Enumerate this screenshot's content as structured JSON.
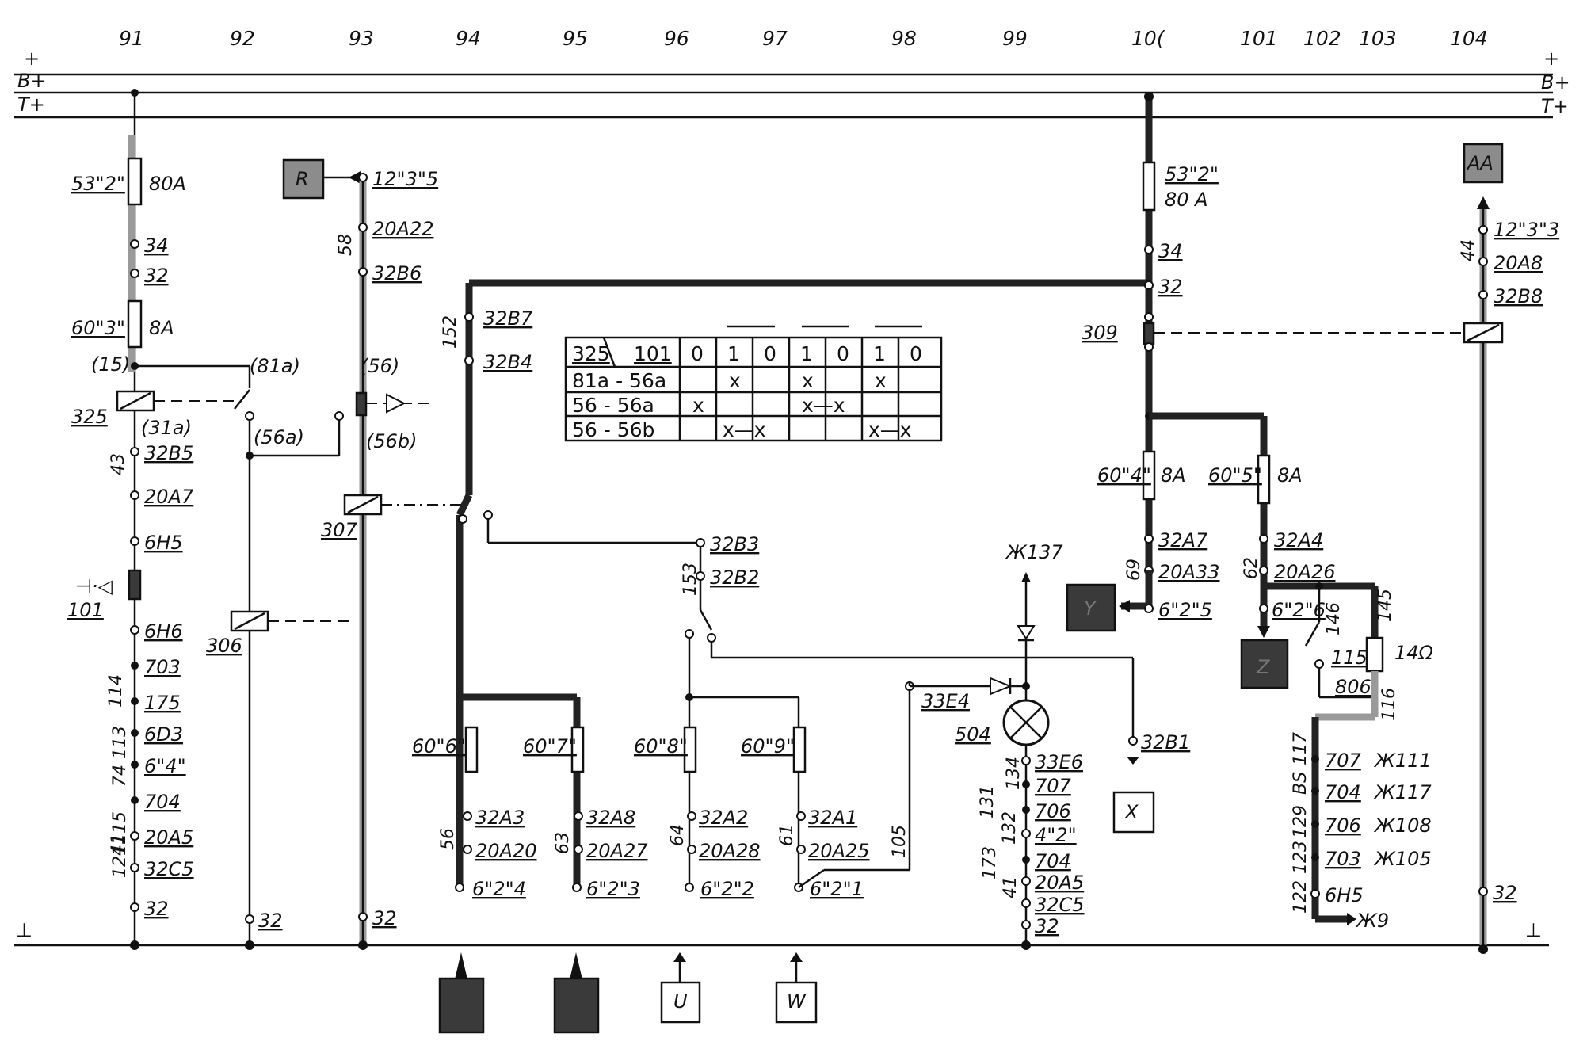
{
  "columns": [
    "91",
    "92",
    "93",
    "94",
    "95",
    "96",
    "97",
    "98",
    "99",
    "10(",
    "101",
    "102",
    "103",
    "104"
  ],
  "rails": {
    "b_plus": "B+",
    "t_plus": "T+",
    "plus": "+",
    "ground": "⊥"
  },
  "col91": {
    "fuse1_id": "53\"2\"",
    "fuse1_rating": "80A",
    "conn_a": "34",
    "conn_b": "32",
    "fuse2_id": "60\"3\"",
    "fuse2_rating": "8A",
    "node_15": "(15)",
    "relay": "325",
    "node_31a": "(31a)",
    "c1": "32B5",
    "wire43": "43",
    "c2": "20A7",
    "c3": "6H5",
    "switch_id": "101",
    "c4": "6H6",
    "w114": "114",
    "c5": "703",
    "w74113": "74 113",
    "c6": "175",
    "c7": "6D3",
    "w121115": "121115",
    "c8": "6\"4\"",
    "c9": "704",
    "w41": "41",
    "c10": "20A5",
    "c11": "32C5",
    "c12": "32"
  },
  "col92": {
    "node_81a": "(81a)",
    "node_56a": "(56a)",
    "relay": "306",
    "c_bottom": "32"
  },
  "col93": {
    "box_r": "R",
    "c1": "12\"3\"5",
    "w58": "58",
    "c2": "20A22",
    "c3": "32B6",
    "node_56": "(56)",
    "node_56b": "(56b)",
    "relay": "307",
    "c_bottom": "32"
  },
  "col94": {
    "w152": "152",
    "c1": "32B7",
    "c2": "32B4",
    "fuse": "60\"6\"",
    "w56": "56",
    "c3": "32A3",
    "c4": "20A20",
    "c5": "6\"2\"4"
  },
  "col95": {
    "fuse": "60\"7\"",
    "w63": "63",
    "c1": "32A8",
    "c2": "20A27",
    "c3": "6\"2\"3"
  },
  "col96": {
    "c1": "32B3",
    "w153": "153",
    "c2": "32B2",
    "fuse": "60\"8\"",
    "w64": "64",
    "c3": "32A2",
    "c4": "20A28",
    "c5": "6\"2\"2",
    "box_u": "U"
  },
  "col97": {
    "fuse": "60\"9\"",
    "w61": "61",
    "c1": "32A1",
    "c2": "20A25",
    "c3": "6\"2\"1",
    "w105": "105",
    "box_w": "W"
  },
  "col99": {
    "ref137": "Ж137",
    "c_33e4": "33E4",
    "lamp": "504",
    "c1": "33E6",
    "w134": "134",
    "c2": "707",
    "w131": "131",
    "c3": "706",
    "w132": "132",
    "c4": "4\"2\"",
    "w173": "173",
    "c5": "704",
    "w41": "41",
    "c6": "20A5",
    "c7": "32C5",
    "c8": "32",
    "c_32b1": "32B1",
    "box_x": "X"
  },
  "col100": {
    "fuse1_id": "53\"2\"",
    "fuse1_rating": "80 A",
    "c1": "34",
    "c2": "32",
    "relay": "309",
    "fuse2_id": "60\"4\"",
    "fuse2_rating": "8A",
    "c3": "32A7",
    "w69": "69",
    "c4": "20A33",
    "c5": "6\"2\"5",
    "box_y": "Y"
  },
  "col101": {
    "fuse_id": "60\"5\"",
    "fuse_rating": "8A",
    "c1": "32A4",
    "w62": "62",
    "c2": "20A26",
    "c3": "6\"2\"6",
    "box_z": "Z",
    "w146": "146",
    "w145": "145",
    "c_115": "115",
    "resistor": "14Ω",
    "c_806": "806",
    "w116": "116",
    "w117": "117",
    "w185": "BS",
    "w129": "129",
    "w123": "123",
    "w122": "122",
    "c4": "707",
    "r4": "Ж111",
    "c5": "704",
    "r5": "Ж117",
    "c6": "706",
    "r6": "Ж108",
    "c7": "703",
    "r7": "Ж105",
    "c8": "6H5",
    "r8": "Ж9"
  },
  "col104": {
    "box_aa": "AA",
    "c1": "12\"3\"3",
    "w44": "44",
    "c2": "20A8",
    "c3": "32B8",
    "c_bottom": "32"
  },
  "table": {
    "header": [
      "325",
      "101",
      "0",
      "1",
      "0",
      "1",
      "0",
      "1",
      "0"
    ],
    "rows": [
      {
        "label": "81a - 56a",
        "cells": [
          "",
          "x",
          "",
          "x",
          "",
          "x",
          ""
        ]
      },
      {
        "label": "56 - 56a",
        "cells": [
          "x",
          "",
          "",
          "x—x",
          "",
          "",
          ""
        ]
      },
      {
        "label": "56 - 56b",
        "cells": [
          "",
          "x—x",
          "",
          "",
          "",
          "x—x",
          ""
        ]
      }
    ]
  }
}
